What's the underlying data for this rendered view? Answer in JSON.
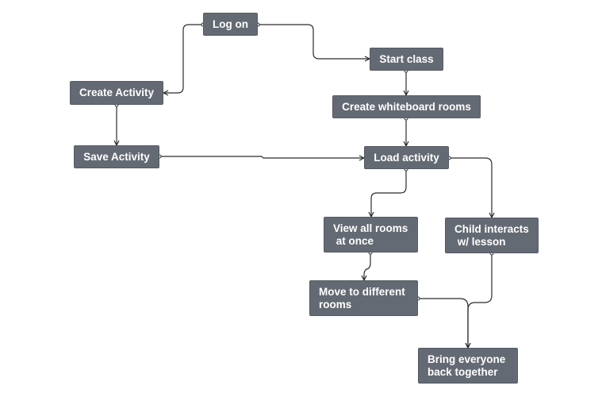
{
  "diagram": {
    "nodes": [
      {
        "id": "logon",
        "label": "Log on"
      },
      {
        "id": "start",
        "label": "Start class"
      },
      {
        "id": "create_activity",
        "label": "Create Activity"
      },
      {
        "id": "rooms",
        "label": "Create whiteboard rooms"
      },
      {
        "id": "save",
        "label": "Save Activity"
      },
      {
        "id": "load",
        "label": "Load activity"
      },
      {
        "id": "view",
        "label": "View all rooms\n at once"
      },
      {
        "id": "child",
        "label": "Child interacts\n w/ lesson"
      },
      {
        "id": "move",
        "label": "Move to different\nrooms"
      },
      {
        "id": "bring",
        "label": "Bring everyone\nback together"
      }
    ],
    "edges": [
      {
        "from": "logon",
        "to": "start"
      },
      {
        "from": "logon",
        "to": "create_activity"
      },
      {
        "from": "start",
        "to": "rooms"
      },
      {
        "from": "create_activity",
        "to": "save"
      },
      {
        "from": "rooms",
        "to": "load"
      },
      {
        "from": "save",
        "to": "load"
      },
      {
        "from": "load",
        "to": "view"
      },
      {
        "from": "load",
        "to": "child"
      },
      {
        "from": "view",
        "to": "move"
      },
      {
        "from": "move",
        "to": "bring"
      },
      {
        "from": "child",
        "to": "bring"
      }
    ],
    "colors": {
      "node_fill": "#646a73",
      "node_text": "#ffffff",
      "connector": "#2b2b2b",
      "background": "#ffffff"
    }
  }
}
